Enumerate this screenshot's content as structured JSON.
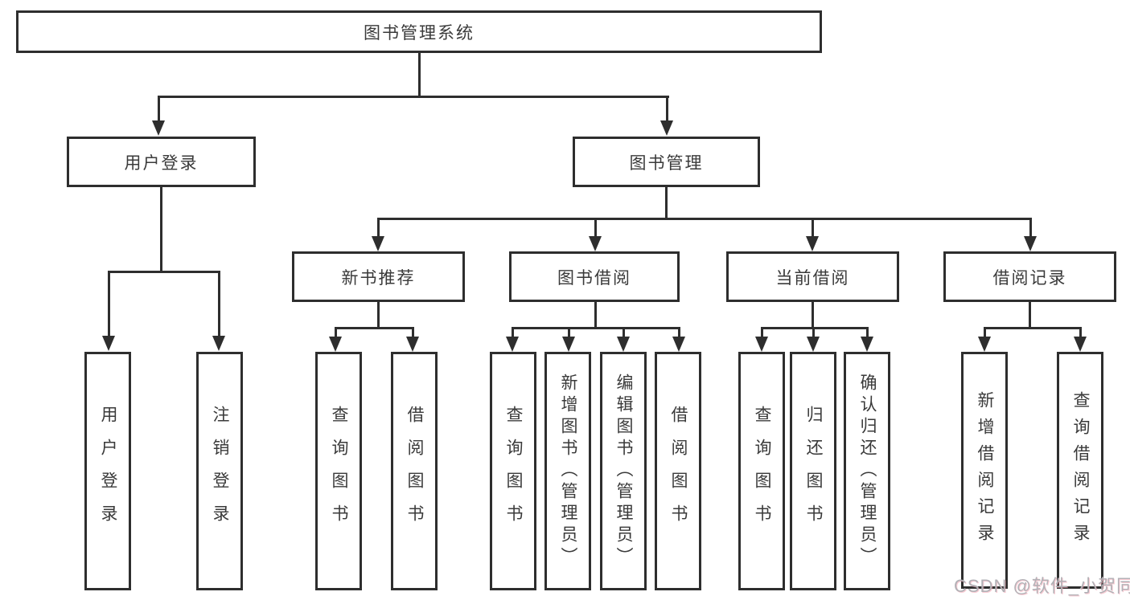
{
  "diagram": {
    "title_node": "图书管理系统",
    "root": {
      "label": "图书管理系统"
    },
    "level2": [
      {
        "label": "用户登录"
      },
      {
        "label": "图书管理"
      }
    ],
    "level3": [
      {
        "label": "新书推荐"
      },
      {
        "label": "图书借阅"
      },
      {
        "label": "当前借阅"
      },
      {
        "label": "借阅记录"
      }
    ],
    "leaves": [
      {
        "label": "用户登录"
      },
      {
        "label": "注销登录"
      },
      {
        "label": "查询图书"
      },
      {
        "label": "借阅图书"
      },
      {
        "label": "查询图书"
      },
      {
        "label": "新增图书（管理员）"
      },
      {
        "label": "编辑图书（管理员）"
      },
      {
        "label": "借阅图书"
      },
      {
        "label": "查询图书"
      },
      {
        "label": "归还图书"
      },
      {
        "label": "确认归还（管理员）"
      },
      {
        "label": "新增借阅记录"
      },
      {
        "label": "查询借阅记录"
      }
    ]
  },
  "watermark": {
    "text": "CSDN @软件_小贺同学"
  },
  "colors": {
    "line": "#2e2e2e",
    "text": "#3a3a3a",
    "watermark": "#b2b1b6",
    "background": "#ffffff"
  }
}
